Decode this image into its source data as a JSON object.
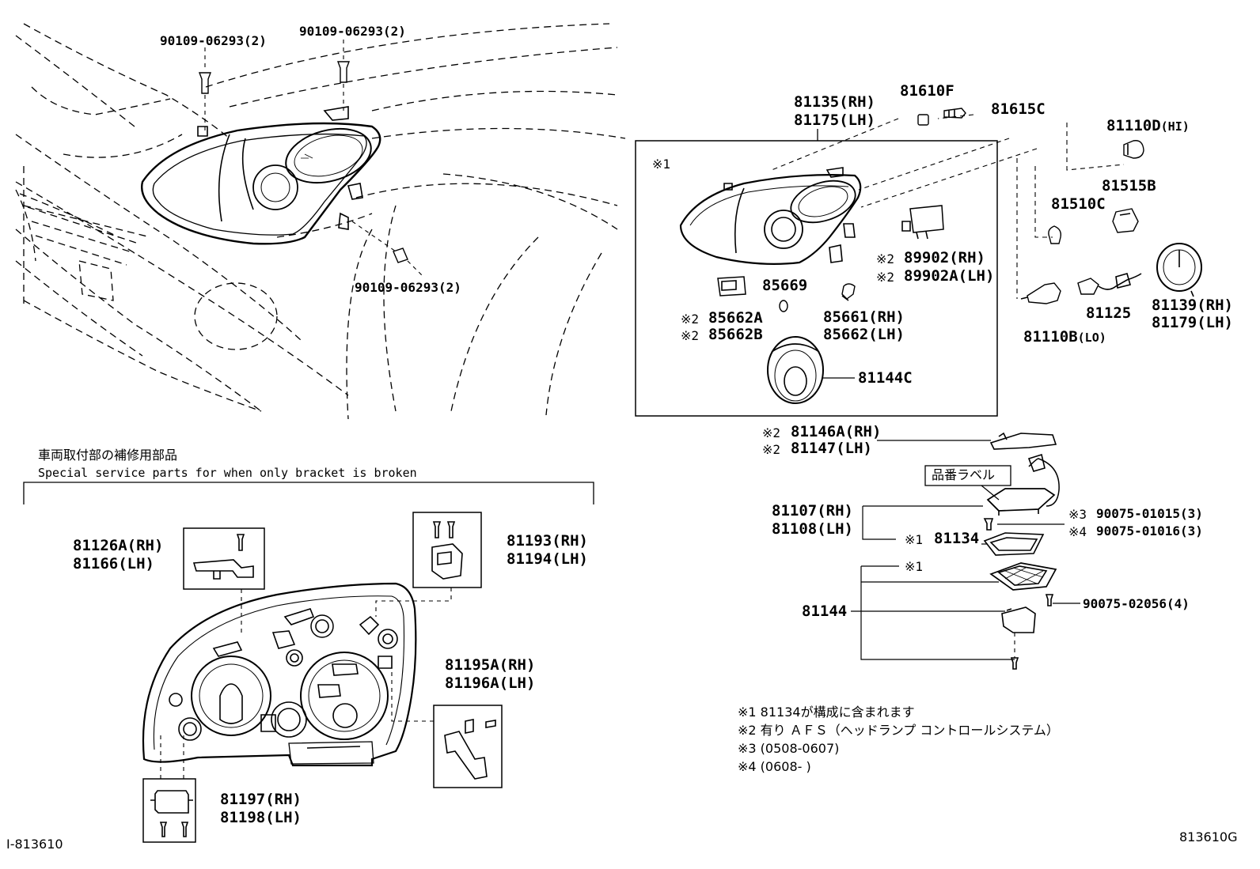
{
  "parts": {
    "screw_top_left": "90109-06293(2)",
    "screw_top_mid": "90109-06293(2)",
    "screw_lower": "90109-06293(2)",
    "unit_rh": "81135(RH)",
    "unit_lh": "81175(LH)",
    "cap_81610f": "81610F",
    "bulb_81615c": "81615C",
    "bulb_hi_num": "81110D",
    "bulb_hi_suffix": "(HI)",
    "socket_81515b": "81515B",
    "bulb_81510c": "81510C",
    "bulb_lo_num": "81110B",
    "bulb_lo_suffix": "(LO)",
    "harness_81125": "81125",
    "cover_rh": "81139(RH)",
    "cover_lh": "81179(LH)",
    "motor_rh": "89902(RH)",
    "motor_lh": "89902A(LH)",
    "oring_85669": "85669",
    "actuator_a": "85662A",
    "actuator_b": "85662B",
    "socket_rh": "85661(RH)",
    "socket_lh": "85662(LH)",
    "ring_81144c": "81144C",
    "bracket_cover_rh": "81146A(RH)",
    "bracket_cover_lh": "81147(LH)",
    "label_jp": "品番ラベル",
    "computer_rh": "81107(RH)",
    "computer_lh": "81108(LH)",
    "gasket_81134": "81134",
    "screw_a": "90075-01015(3)",
    "screw_b": "90075-01016(3)",
    "assembly_81144": "81144",
    "screw_c": "90075-02056(4)",
    "bracket_a_rh": "81126A(RH)",
    "bracket_a_lh": "81166(LH)",
    "bracket_b_rh": "81193(RH)",
    "bracket_b_lh": "81194(LH)",
    "bracket_c_rh": "81195A(RH)",
    "bracket_c_lh": "81196A(LH)",
    "bracket_d_rh": "81197(RH)",
    "bracket_d_lh": "81198(LH)"
  },
  "marks": {
    "m1": "※1",
    "m2": "※2",
    "m3": "※3",
    "m4": "※4"
  },
  "section": {
    "title_jp": "車両取付部の補修用部品",
    "title_en": "Special service parts for when only bracket is broken"
  },
  "notes": {
    "n1": "※1 81134が構成に含まれます",
    "n2": "※2 有り ＡＦＳ（ヘッドランプ コントロールシステム）",
    "n3": "※3 (0508-0607)",
    "n4": "※4 (0608-     )"
  },
  "footer": {
    "left_id": "I-813610",
    "right_id": "813610G"
  }
}
